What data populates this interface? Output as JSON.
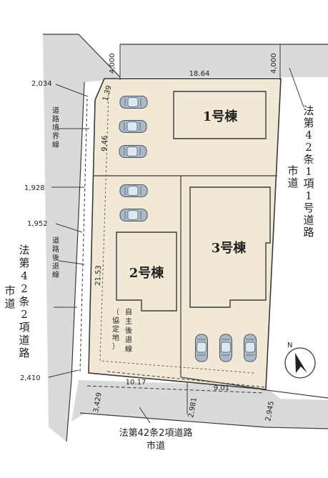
{
  "buildings": {
    "b1": "1号棟",
    "b2": "2号棟",
    "b3": "3号棟"
  },
  "roads": {
    "right_road": "法第42条1項1号道路",
    "right_road_sub": "市道",
    "left_road": "法第42条2項道路",
    "left_road_sub": "市道",
    "bottom_road": "法第42条2項道路",
    "bottom_road_sub": "市道"
  },
  "notes": {
    "boundary_line": "道路境界線",
    "setback_line": "道路後退線",
    "self_setback": "自主後退線",
    "agreement_land": "（協定地）"
  },
  "dimensions": {
    "left_2034": "2,034",
    "left_1928": "1,928",
    "left_1952": "1,952",
    "left_2410": "2,410",
    "top_4000_left": "4,000",
    "top_4000_right": "4,000",
    "top_width": "18.64",
    "small_139": "1.39",
    "side_946": "9.46",
    "side_2153": "21.53",
    "bottom_1017": "10.17",
    "bottom_901": "9.01",
    "bottom_3429": "3,429",
    "bottom_2981": "2,981",
    "bottom_2945": "2,945"
  },
  "compass": {
    "label": "N"
  },
  "colors": {
    "lot": "#f2e8d6",
    "road": "#d9dadc",
    "line": "#3a3a3a",
    "car_fill": "#a9b9c8",
    "car_stroke": "#4a5561"
  },
  "icons": {
    "car": "car-icon",
    "compass": "north-compass-icon"
  }
}
